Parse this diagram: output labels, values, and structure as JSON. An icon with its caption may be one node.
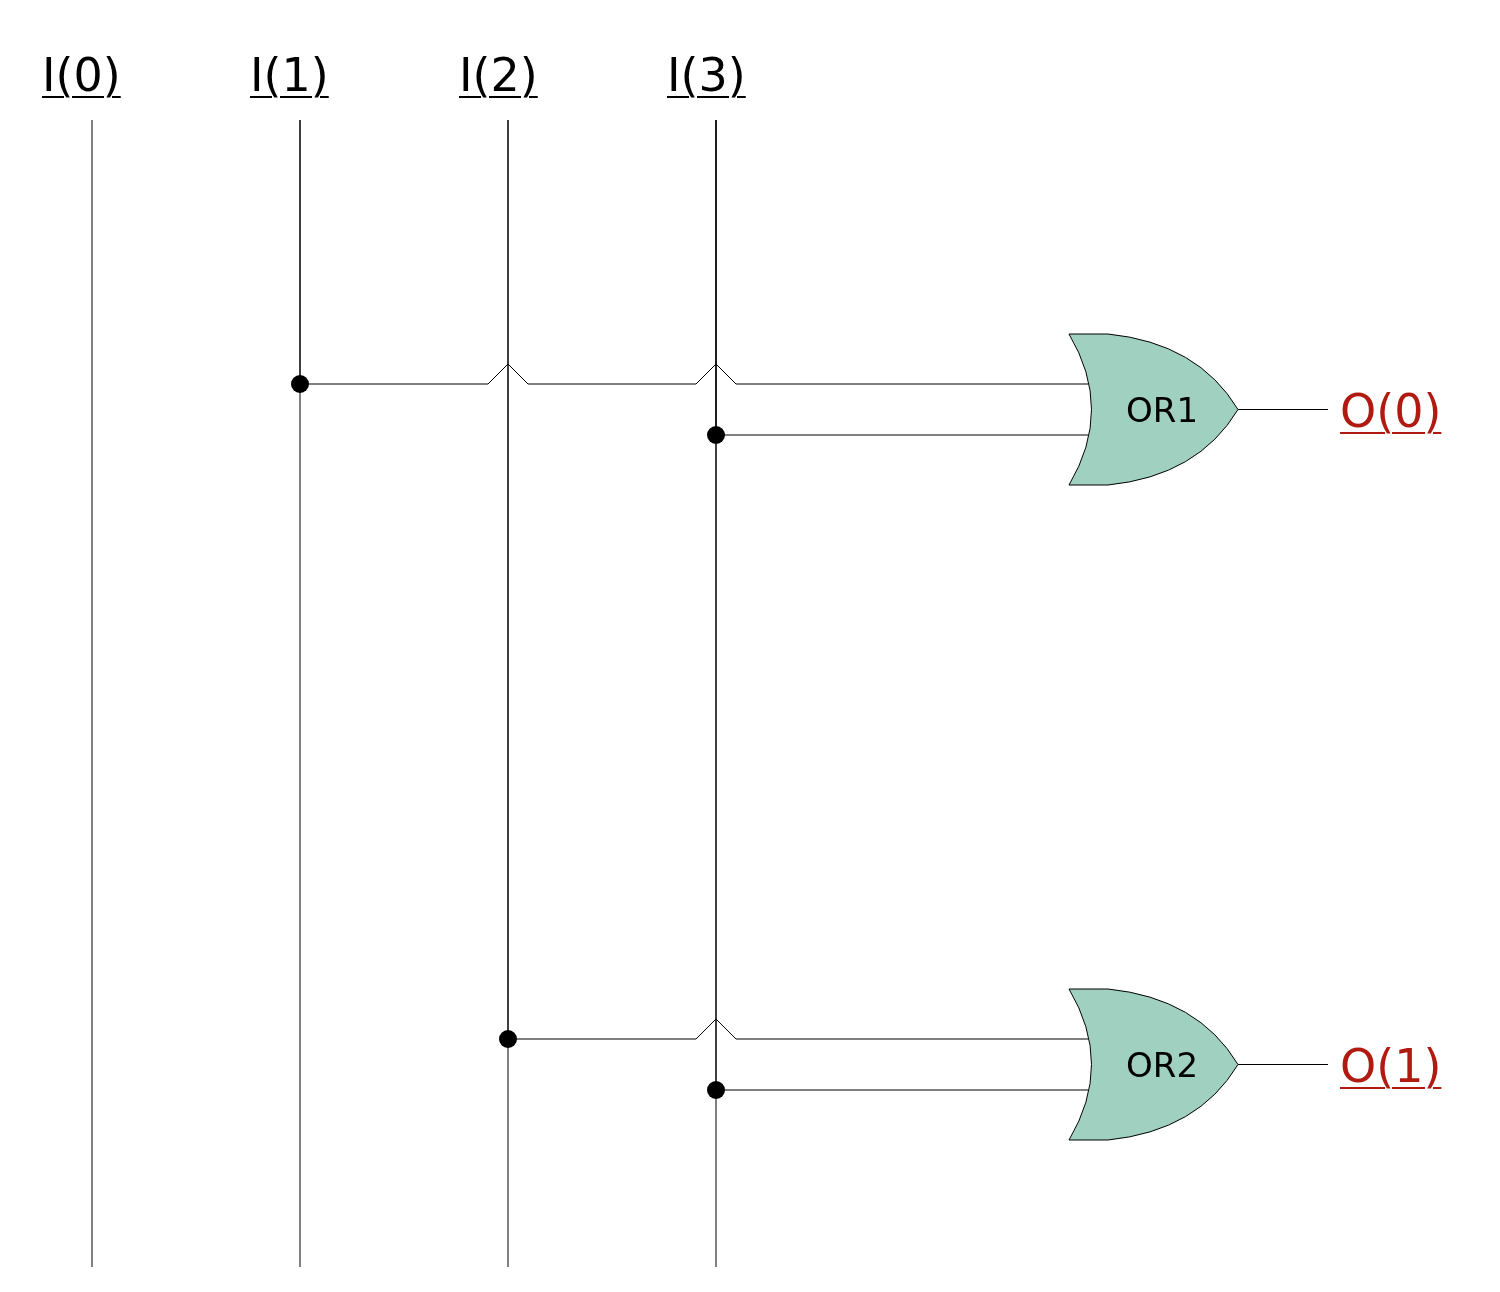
{
  "diagram": {
    "nodes": [
      {
        "text": [
          "I(0)"
        ]
      },
      {
        "text": [
          "I(1)"
        ]
      },
      {
        "text": [
          "I(2)"
        ]
      },
      {
        "text": [
          "I(3)"
        ]
      },
      {
        "text": [
          "OR1"
        ]
      },
      {
        "text": [
          "OR2"
        ]
      },
      {
        "text": [
          "O(0)"
        ]
      },
      {
        "text": [
          "O(1)"
        ]
      }
    ],
    "edges": [
      {
        "from": 1,
        "to": 4,
        "arrow": "none"
      },
      {
        "from": 3,
        "to": 4,
        "arrow": "none"
      },
      {
        "from": 2,
        "to": 5,
        "arrow": "none"
      },
      {
        "from": 3,
        "to": 5,
        "arrow": "none"
      },
      {
        "from": 4,
        "to": 6,
        "arrow": "none"
      },
      {
        "from": 5,
        "to": 7,
        "arrow": "none"
      }
    ]
  }
}
